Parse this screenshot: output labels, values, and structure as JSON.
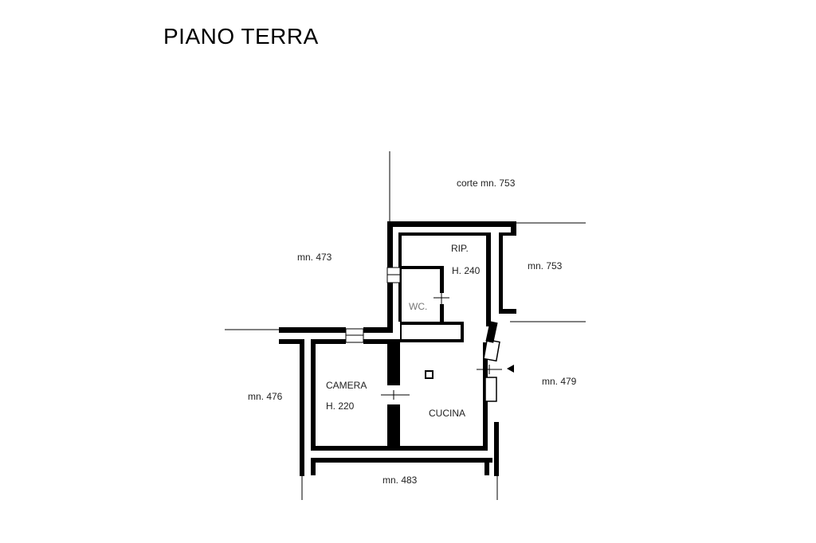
{
  "title": "PIANO TERRA",
  "labels": {
    "corte": "corte mn. 753",
    "mn473": "mn. 473",
    "mn753": "mn. 753",
    "mn479": "mn. 479",
    "mn476": "mn. 476",
    "mn483": "mn. 483",
    "rip": "RIP.",
    "rip_h": "H. 240",
    "wc": "WC.",
    "camera": "CAMERA",
    "camera_h": "H. 220",
    "cucina": "CUCINA"
  },
  "colors": {
    "wall": "#000000",
    "background": "#ffffff",
    "wc_text": "#777777"
  }
}
